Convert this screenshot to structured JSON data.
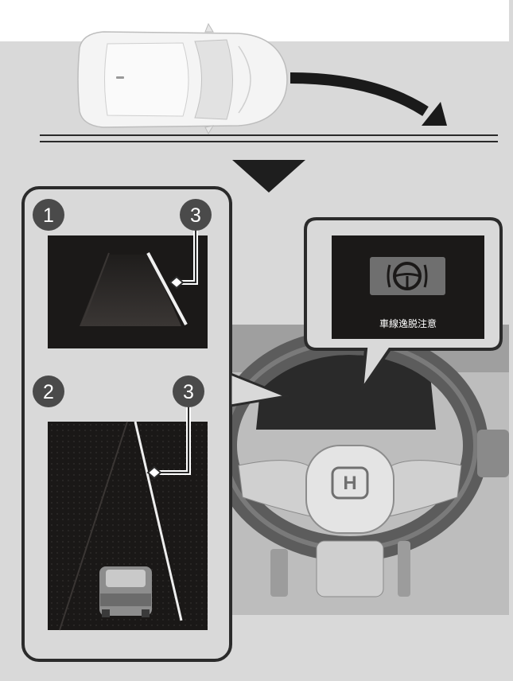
{
  "badges": {
    "one": "1",
    "two": "2",
    "three_top": "3",
    "three_bottom": "3"
  },
  "warning": {
    "text": "車線逸脱注意",
    "icon": "steering-wheel-warning-icon"
  },
  "colors": {
    "background": "#d9d9d9",
    "frame": "#2b2b2b",
    "badge": "#4a4a4a",
    "screen": "#1c1a19"
  }
}
